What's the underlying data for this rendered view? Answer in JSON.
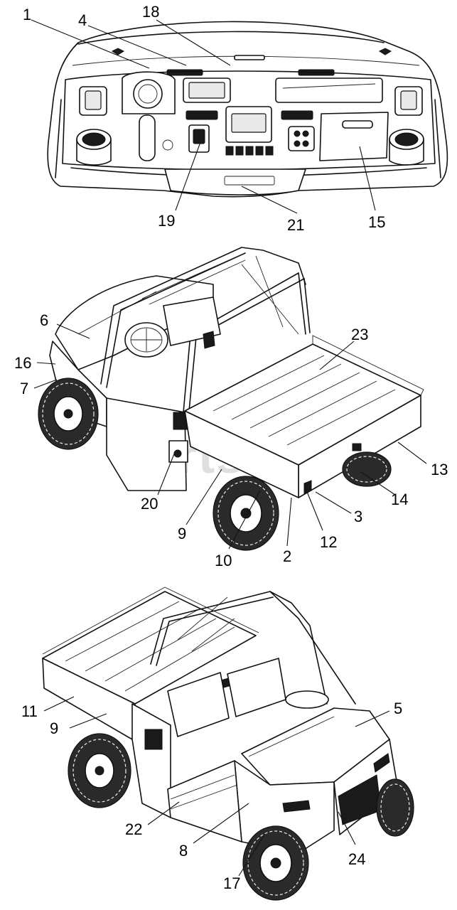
{
  "watermark": "PartsTree",
  "views": {
    "dashboard": {
      "callouts": [
        {
          "id": "c1",
          "label": "1"
        },
        {
          "id": "c4",
          "label": "4"
        },
        {
          "id": "c18",
          "label": "18"
        },
        {
          "id": "c19",
          "label": "19"
        },
        {
          "id": "c21",
          "label": "21"
        },
        {
          "id": "c15",
          "label": "15"
        }
      ]
    },
    "rear_left": {
      "callouts": [
        {
          "id": "c6",
          "label": "6"
        },
        {
          "id": "c16",
          "label": "16"
        },
        {
          "id": "c7",
          "label": "7"
        },
        {
          "id": "c23",
          "label": "23"
        },
        {
          "id": "c13",
          "label": "13"
        },
        {
          "id": "c14",
          "label": "14"
        },
        {
          "id": "c3",
          "label": "3"
        },
        {
          "id": "c20",
          "label": "20"
        },
        {
          "id": "c9",
          "label": "9"
        },
        {
          "id": "c12",
          "label": "12"
        },
        {
          "id": "c2",
          "label": "2"
        },
        {
          "id": "c10",
          "label": "10"
        }
      ]
    },
    "front_right": {
      "callouts": [
        {
          "id": "c11",
          "label": "11"
        },
        {
          "id": "c9b",
          "label": "9"
        },
        {
          "id": "c5",
          "label": "5"
        },
        {
          "id": "c22",
          "label": "22"
        },
        {
          "id": "c8",
          "label": "8"
        },
        {
          "id": "c24",
          "label": "24"
        },
        {
          "id": "c17",
          "label": "17"
        }
      ]
    }
  }
}
